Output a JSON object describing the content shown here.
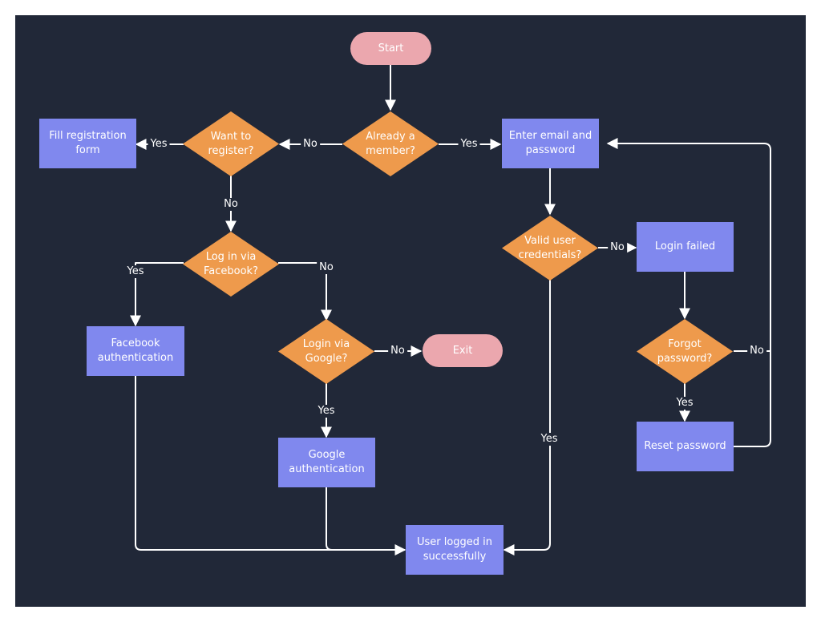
{
  "colors": {
    "background": "#212838",
    "process": "#8088ee",
    "decision": "#ee9a4c",
    "terminal": "#eba7ae",
    "connector": "#ffffff"
  },
  "nodes": {
    "start": "Start",
    "already_member": "Already a member?",
    "want_register": "Want to register?",
    "fill_registration": "Fill registration form",
    "enter_email": "Enter email and password",
    "log_in_facebook": "Log in via Facebook?",
    "valid_credentials": "Valid user credentials?",
    "login_failed": "Login failed",
    "facebook_auth": "Facebook authentication",
    "login_google": "Login via Google?",
    "exit": "Exit",
    "forgot_password": "Forgot password?",
    "google_auth": "Google authentication",
    "reset_password": "Reset password",
    "logged_in": "User logged in successfully"
  },
  "edge_labels": {
    "member_no": "No",
    "member_yes": "Yes",
    "register_yes": "Yes",
    "register_no": "No",
    "facebook_yes": "Yes",
    "facebook_no": "No",
    "google_no": "No",
    "google_yes": "Yes",
    "credentials_no": "No",
    "credentials_yes": "Yes",
    "forgot_no": "No",
    "forgot_yes": "Yes"
  }
}
